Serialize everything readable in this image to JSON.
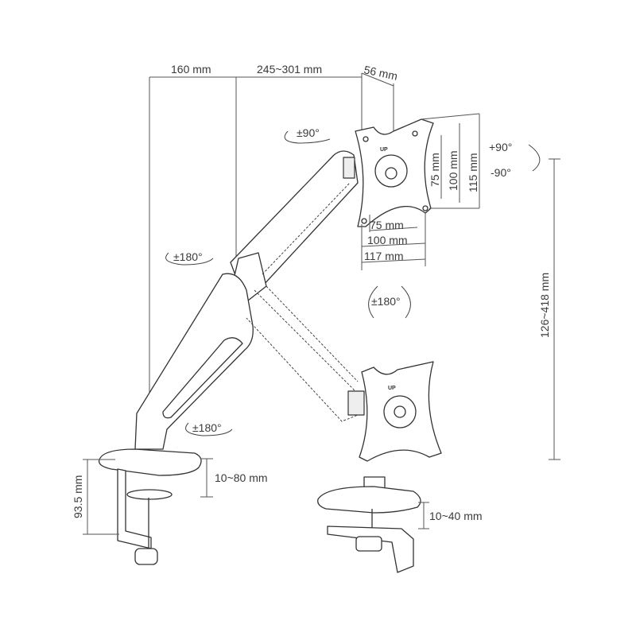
{
  "dimensions": {
    "arm_reach_1": "160 mm",
    "arm_reach_2": "245~301 mm",
    "plate_depth": "56 mm",
    "height_range": "126~418 mm",
    "clamp_thickness": "10~80 mm",
    "clamp_height": "93.5 mm",
    "grommet_thickness": "10~40 mm"
  },
  "vesa": {
    "vertical": [
      "75 mm",
      "100 mm",
      "115 mm"
    ],
    "horizontal": [
      "75 mm",
      "100 mm",
      "117 mm"
    ],
    "up_label": "UP"
  },
  "rotations": {
    "tilt_top": "±90°",
    "rotate_plus": "+90°",
    "rotate_minus": "-90°",
    "elbow": "±180°",
    "plate_swivel": "±180°",
    "base_swivel": "±180°"
  }
}
